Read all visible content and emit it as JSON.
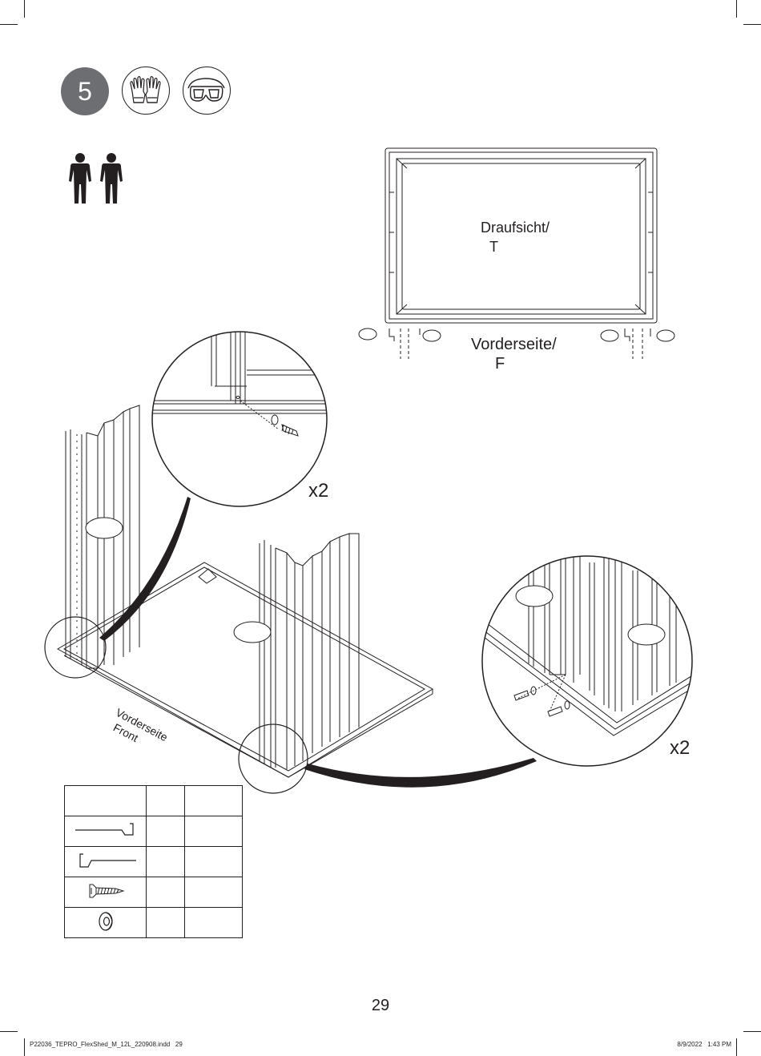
{
  "step": {
    "number": "5"
  },
  "ppe": {
    "gloves_icon": "gloves-icon",
    "goggles_icon": "safety-goggles-icon"
  },
  "people": {
    "icon": "two-persons-icon"
  },
  "top_view": {
    "top_label_line1": "Draufsicht/",
    "top_label_line2": "T",
    "front_label_line1": "Vorderseite/",
    "front_label_line2": "F"
  },
  "detail_left": {
    "multiplier": "x2"
  },
  "detail_right": {
    "multiplier": "x2"
  },
  "floor_frame": {
    "front_label_line1": "Vorderseite",
    "front_label_line2": "Front"
  },
  "parts_table": {
    "header": [
      "",
      "",
      ""
    ],
    "rows": [
      {
        "icon": "profile-hook-right-icon",
        "col2": "",
        "col3": ""
      },
      {
        "icon": "profile-hook-left-icon",
        "col2": "",
        "col3": ""
      },
      {
        "icon": "screw-icon",
        "col2": "",
        "col3": ""
      },
      {
        "icon": "washer-icon",
        "col2": "",
        "col3": ""
      }
    ]
  },
  "page_number": "29",
  "footer": {
    "file": "P22036_TEPRO_FlexShed_M_12L_220908.indd   29",
    "timestamp": "8/9/2022   1:43 PM"
  }
}
